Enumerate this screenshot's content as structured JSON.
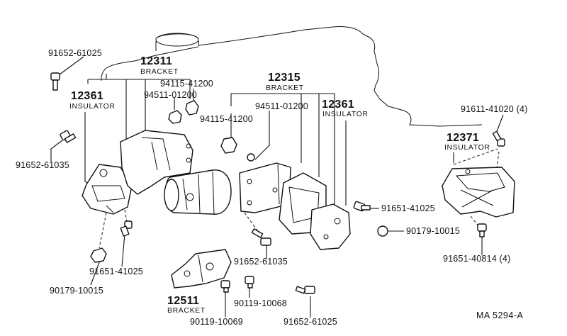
{
  "labels": {
    "p_91652_61025_top": "91652-61025",
    "p_12311": "12311",
    "p_bracket_12311": "BRACKET",
    "p_12361_left": "12361",
    "p_insulator_left": "INSULATOR",
    "p_94115_41200_a": "94115-41200",
    "p_94511_01200_a": "94511-01200",
    "p_12315": "12315",
    "p_bracket_12315": "BRACKET",
    "p_94511_01200_b": "94511-01200",
    "p_12361_right": "12361",
    "p_insulator_right": "INSULATOR",
    "p_94115_41200_b": "94115-41200",
    "p_91611_41020": "91611-41020 (4)",
    "p_12371": "12371",
    "p_insulator_12371": "INSULATOR",
    "p_91652_61035_left": "91652-61035",
    "p_91651_41025_right": "91651-41025",
    "p_90179_10015_right": "90179-10015",
    "p_91651_40814": "91651-40814 (4)",
    "p_91651_41025_left": "91651-41025",
    "p_91652_61035_mid": "91652-61035",
    "p_90179_10015_left": "90179-10015",
    "p_12511": "12511",
    "p_bracket_12511": "BRACKET",
    "p_90119_10068": "90119-10068",
    "p_90119_10069": "90119-10069",
    "p_91652_61025_bottom": "91652-61025",
    "drawing_code": "MA 5294-A"
  }
}
